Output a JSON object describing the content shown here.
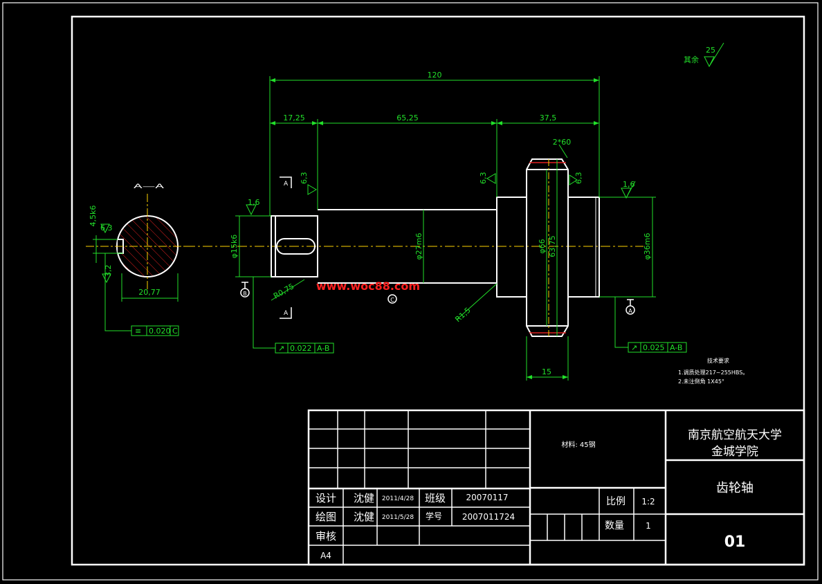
{
  "view_label": "A—A",
  "section_marker": "A",
  "datum": {
    "b": "B",
    "c": "C",
    "a": "A"
  },
  "dims": {
    "overall": "120",
    "seg1": "17,25",
    "seg2": "65,25",
    "seg3": "37,5",
    "chamfer": "2*60",
    "gear_width": "15",
    "d_left": "φ15k6",
    "d_mid": "φ27m6",
    "d_right": "φ36m6",
    "d_root": "φ66",
    "d_pitch": "63,75",
    "fillet1": "R0,75",
    "fillet2": "R1,5",
    "key_depth": "4,5k6",
    "key_width": "20,77",
    "rough_small": "6,3",
    "rough_16": "1,6",
    "rough_32": "3,2",
    "rough_other": "25",
    "rough_other_label": "其余"
  },
  "tolerances": {
    "sym": {
      "value": "0.020",
      "ref": "C"
    },
    "runout_left": {
      "value": "0.022",
      "ref": "A-B"
    },
    "runout_right": {
      "value": "0.025",
      "ref": "A-B"
    }
  },
  "tech_req": {
    "title": "技术要求",
    "line1": "1.调质处理217~255HBS。",
    "line2": "2.未注倒角 1X45°"
  },
  "watermark": "www.woc88.com",
  "title_block": {
    "material": "材料: 45钢",
    "school_1": "南京航空航天大学",
    "school_2": "金城学院",
    "part_name": "齿轮轴",
    "drawing_no": "01",
    "design_label": "设计",
    "design_name": "沈健",
    "design_date": "2011/4/28",
    "class_label": "班级",
    "class_value": "20070117",
    "draw_label": "绘图",
    "draw_name": "沈健",
    "draw_date": "2011/5/28",
    "id_label": "学号",
    "id_value": "2007011724",
    "check_label": "审核",
    "size": "A4",
    "scale_label": "比例",
    "scale_value": "1:2",
    "qty_label": "数量",
    "qty_value": "1"
  },
  "colors": {
    "line": "#ffffff",
    "dim": "#22e02a",
    "center": "#ffd400",
    "hatch": "#e02020",
    "watermark": "#ff2020"
  }
}
